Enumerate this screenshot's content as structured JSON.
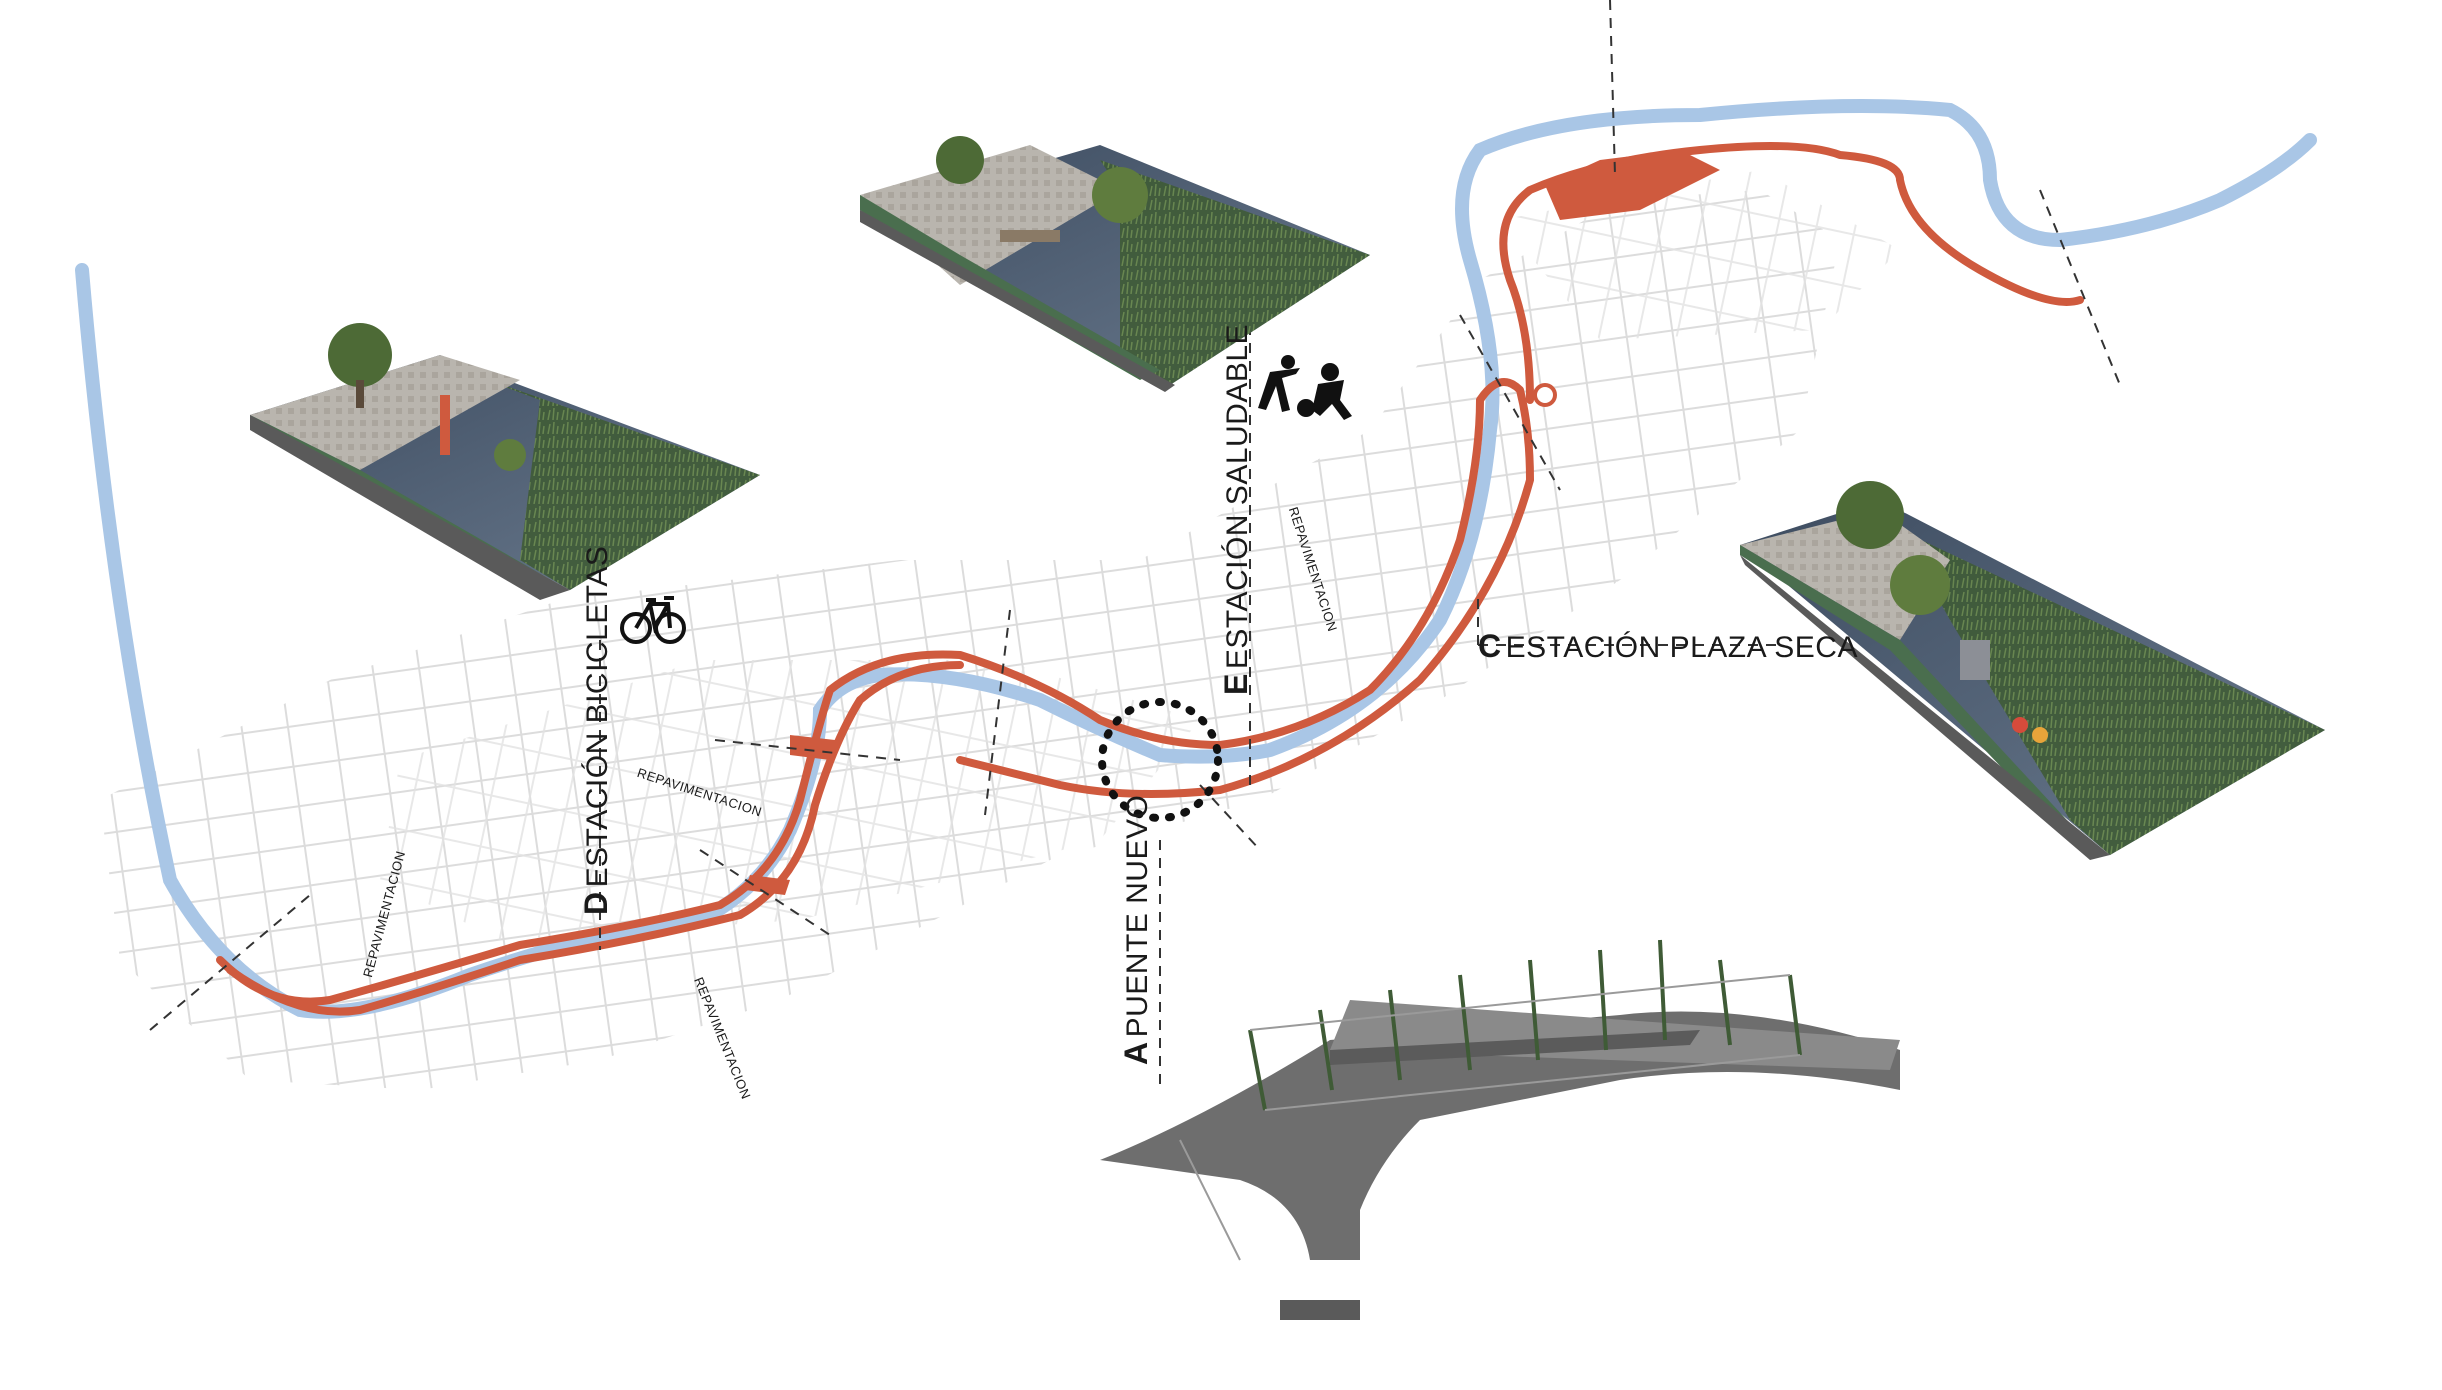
{
  "stations": [
    {
      "letter": "A",
      "name": "PUENTE NUEVO",
      "orientation": "vertical"
    },
    {
      "letter": "C",
      "name": "ESTACIÓN PLAZA SECA",
      "orientation": "horizontal"
    },
    {
      "letter": "D",
      "name": "ESTACIÓN BICICLETAS",
      "orientation": "vertical"
    },
    {
      "letter": "E",
      "name": "ESTACIÓN SALUDABLE",
      "orientation": "vertical"
    }
  ],
  "street_labels": [
    "REPAVIMENTACION",
    "REPAVIMENTACION",
    "REPAVIMENTACION",
    "REPAVIMENTACION"
  ],
  "icons": [
    "bicycle-icon",
    "exercise-people-icon"
  ],
  "colors": {
    "route": "#cf5a3e",
    "river": "#a9c6e6",
    "street_lines": "#d9d9d9",
    "water_render": "#4a5a6e",
    "vegetation": "#3c5a34",
    "bike_lane": "#4a6e4e"
  }
}
